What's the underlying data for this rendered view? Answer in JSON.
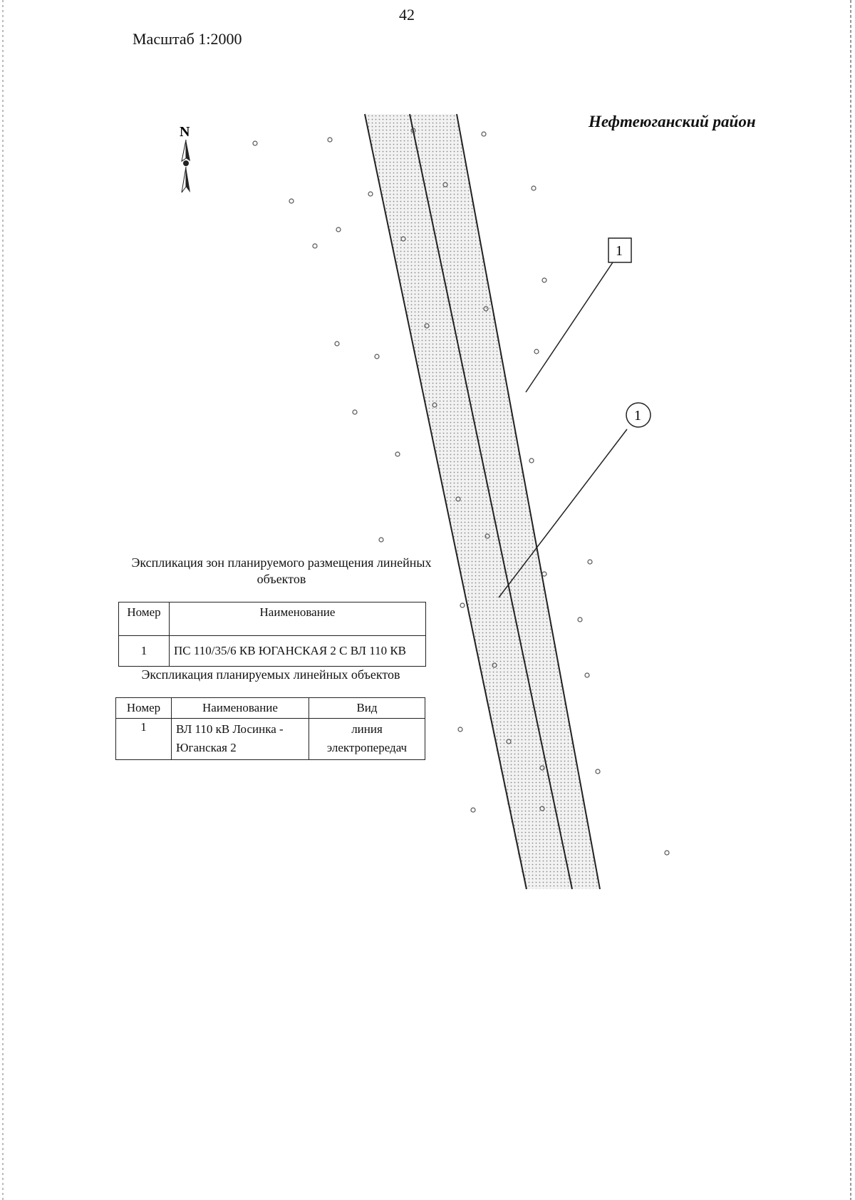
{
  "page_number": "42",
  "scale_label": "Масштаб 1:2000",
  "district_label": "Нефтеюганский район",
  "north_arrow": {
    "letter": "N",
    "icon": "north-arrow-icon"
  },
  "callouts": {
    "square": "1",
    "circle": "1"
  },
  "table1": {
    "title": "Экспликация зон планируемого размещения линейных объектов",
    "headers": {
      "number": "Номер",
      "name": "Наименование"
    },
    "rows": [
      {
        "number": "1",
        "name": "ПС 110/35/6 КВ ЮГАНСКАЯ 2 С ВЛ 110 КВ"
      }
    ]
  },
  "table2": {
    "title": "Экспликация планируемых линейных объектов",
    "headers": {
      "number": "Номер",
      "name": "Наименование",
      "type": "Вид"
    },
    "rows": [
      {
        "number": "1",
        "name": "ВЛ 110 кВ Лосинка - Юганская 2",
        "type": "линия электропередач"
      }
    ]
  },
  "colors": {
    "line": "#222222",
    "zone_fill": "#e9e9e9",
    "paper": "#ffffff"
  }
}
